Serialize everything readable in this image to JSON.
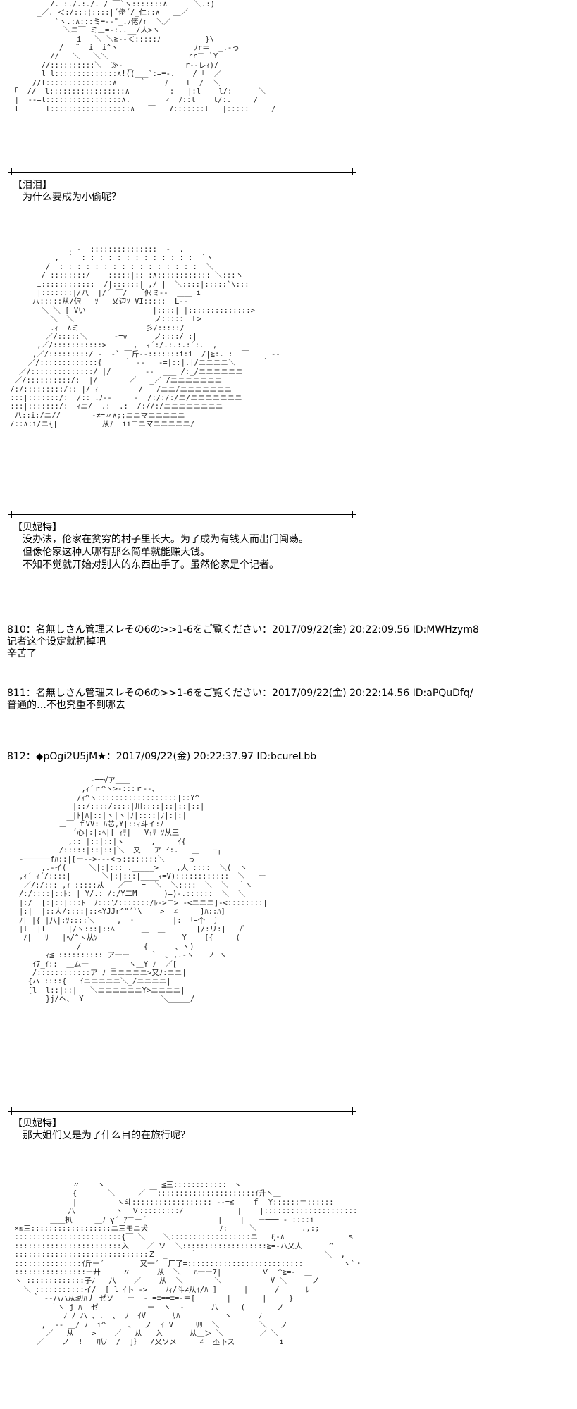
{
  "scene1": {
    "art": "          /._:./.:./._/ ￣`ヽ:::::::∧      ＼.:)\n       _／. ＜:/:::¦::::|´佬´/_仁::∧   ＿／\n           `ヽ.:∧:::ミ≡-‐\"_.ﾉ佬/r  ＼／\n             ＼ニ￣ ミ三=‐:..__/人>ヽ\n                i   ＼ ＼≧--＜:::::ﾉ          }\\\n            /￣ ¨  i  i^ヽ                 ﾉr＝  _.-っ\n          //   ＼   ＼＼                  rr二 `Y\n        //::::::::::＼  ≫- _            r--レｨ)/\n        l l::::::::::::::∧!((___`:=≡-.    / ｢  ／\n      //l:::::::::::::::∧     ｀    ﾉ    l  /  ＼\n  ｢  //  l:::::::::::::::::∧         :   |:l    l/:      ＼\n  |  ‐‐=l:::::::::::::::::∧.   _    ｨ  ﾉ::l    l/:.     /\n  l      l::::::::::::::::::∧   ￣   7:::::::l   |:::::     /",
    "speaker": "【泪泪】",
    "line1": "为什么要成为小偷呢？"
  },
  "scene2": {
    "art": "              . -  :::::::::::::::  -  .\n           ,  ´  : : : : : : : : : : : : :  `ヽ\n         /  : : : : : : : : : : : : : : : :  ＼\n        / ::::::::/ |  :::::|:: :∧:::::::::::: ＼:::ヽ\n       i::::::::::::| /|::::::| ,/ |  ＼::::|:::::`\\:::\n       |:::::::|/八  |/´ ￣/  ̄ ｢伬ミ--  ＿＿ i\n      八:::::从/伬   ｿ   乂辺ｿ VI:::::  L--\n        ＼ ＼ [ Vい               |::::| |::::::::::::::>\n          ＼  ＼  ¨               ノ:::::  L>\n          .ｨ  ∧ミ               彡/:::::/\n         ／/:::::＼      -=v      ノ::::/ :|\n       ,／/:::::::::::>      ,  ｨ´:/.:.:.:´:.  ,\n      ,／/:::::::::/ ‐  ‐` ￣斤--:::::::i:i  /|≧:. :  ￣     --\n     ／/:::::::::::::{     ｀ ‐‐   -=|::|.|/ニニニニ＼      ｀\n   ／/::::::::::::::/ |/     ￣ ‐‐  ___ /:_/ニニニニニニ\n  ／/::::::::::/:| |/       ／   _／ /ニニニニニニニ\n /:/:::::::::/:: |/ ｨ         /   /ニニ/ニニニニニニニ\n :::|:::::::/:  /:: .ﾉ‐‐ __ _-  /:/:/:/ニ/ニニニニニニニ\n :::|:::::::/:  ｨニ/  .:  .:  /://:/ニニニニニニニニ\n  八::i:/ニ//       ‐≠=〃∧;;ニニマニニニニニ\n /::∧:i/ニ{|          从ﾉ  ii二ニマニニニニニ/",
    "speaker": "【贝妮特】",
    "line1": "没办法，伦家在贫穷的村子里长大。为了成为有钱人而出门闯荡。",
    "line2": "但像伦家这种人哪有那么简单就能赚大钱。",
    "line3": "不知不觉就开始对别人的东西出手了。虽然伦家是个记者。"
  },
  "post810": {
    "header": "810：名無しさん管理スレその6の>>1-6をご覧ください：2017/09/22(金) 20:22:09.56 ID:MWHzym8",
    "body1": "记者这个设定就扔掉吧",
    "body2": "辛苦了"
  },
  "post811": {
    "header": "811：名無しさん管理スレその6の>>1-6をご覧ください：2017/09/22(金) 20:22:14.56 ID:aPQuDfq/",
    "body1": "普通的…不也究重不到哪去"
  },
  "post812": {
    "header": "812：◆pOgi2U5jM★：2017/09/22(金) 20:22:37.97 ID:bcureLbb"
  },
  "scene3": {
    "art": "                   -==√ア＿＿\n                 ,ｨ´ｒ^ヽ>-:::ｒ-‐､\n                /ｨ^ヽ::::::::::::::::::|::Y^\n               |::/::::/::::|川::::|::|::|::|\n               |ﾄ|ﾊ|::|ヽ|ヽ|ﾉ|::::|ﾉ|:|:|\n            三￣ ｆVV:_ﾊ芯,Y|::ｨ斗イ:ﾉ\n               ´心|:|:ﾍ|[ ｨｻ|   Vｨｻ ｿ从三\n              ,:: |::|::|ヽ      ,     ｲ{\n            /:::::|::|::|＼  又   ア ｲ:.   ＿   ─┐\n   -──────fﾊ::|[ー-->---<っ::::::::＼     っ\n        ,.-イ(     ＼|:|:::|._____>    ,人 ::::  ＼(  ヽ\n   ,ｨ´ ｨ´/::::|       ＼|:|:::|____ｨ=V)::::::::::::  ＼   ー\n    ／/:/::: ,ｨ :::::从   ／￣  =  ＼  ＼::::  ＼  ＼  ｀ヽ\n   /:/::::|::ﾄ: | Y/.: /:/Y二M      )=)-.::::::  ＼  ＼\n   |:/  [:|::|:::ﾄ  ﾉ:::ソ:::::::/ﾚ->二> -<ニニニ]-<::::::::|\n   |:|  |::人/::::|::<YJJr^\"´`\\    >  ∠     ]ﾊ::ﾊ]\n   ﾉ| |{ |八|:ｿ::::＼     ,  ･      ￣ |:  ｢ｰ个  〕\n   |l  |l     |/ヽ:::|::ﾍ      ＿  ＿       [/:リ:|   /ﾞ\n    ﾉ|   ﾘ   |ﾍ/^ヽ从ｿ                   Y    [{     (\n           ＿＿＿/              {      、ヽ)\n         ｨ≦ :::::::::: ア一ー     `  ､ ,.-ヽ   ノ ヽ\n      ｲ7_ｲ::  ＿ム一     _   ヽ＿Y ﾉ  ／[\n      /::::::::::::ア ﾉ ニニニニニ>又ﾉ:ニニ|\n     {ハ ::::{   ｲニニニニニ＼_/ニニニニ|\n     [l  l::|::|   ＼ニニニニニニY>ニニニニ|\n         }j/ヘ､  Y    ￣￣￣￣￣     ＼＿＿＿/",
    "speaker": "【贝妮特】",
    "line1": "那大姐们又是为了什么目的在旅行呢？"
  },
  "scene4": {
    "art": "               〃    ヽ           ＿≦三::::::::::::｀ヽ\n               {       ＼     ／ ￣::::::::::::::::::::::ｲ升ヽ＿\n               |         ヽ斗:::::::::::::::::: --=≦    ｆ  Y::::::＝::::::\n              八         ヽ  Ｖ:::::::::/            |    |:::::::::::::::::::::\n          ＿＿扒     ＿ﾉ γ´ ｱ二ー´                |    |   ー─── - ::::i\n  ×≦三::::::::::::::::::ニ三モニ犬                ﾉ:     ＼          .,:;\n  ::::::::::::::::::::::::{￣ ＼    ＼::::::::::::::::::ニ   ξ‐∧              ｓ\n  ::::::::::::::::::::::::入    ／ ソ  ＼:::::::::::::::::::≧=‐ハ乂人      ^\n  ::::::::::::::::::::::::::::::Ｚ＿_     ｀   ＿＿＿＿＿＿＿＿＿＿＿＿＿    ＼  ,\n  :::::::::::::::ｲ斤ー´        又一´  厂了=::::::::::::::::::::::::::         ヽ`・\n  ::::::::::::::::ー廾     〃      从  ＼   ﾊ一ー7|         Ｖ  ^≧=-  ＿\n  ヽ :::::::::::::子ﾉ   八    ／    从  ＼       ＼           V ＼   ＿ ノ\n    ＼ :::::::::::イ/  [ l ｲ卜 ->    ﾉｨ/斗≠从ｲ/ﾊ ]      |      /      ﾚ\n      ｀ --ハハ从≦ﾘﾊ丿 ゼソ   ー  - =≡==≡=-＝[       |       |     }\n          ｀ヽ j ﾊ  ゼ           ー  ヽ  -      八     (       ノ\n             ﾉ ﾉ ハ 、.  ､  ﾉ  ｲV      ﾘﾊ          ヽ      ﾉ\n        ,  -- ＿/ ﾉ  i^     、  ノ  ｲ V     ﾘﾘ  ＼         ＼   ノ\n         ／   从    >    ／   从   入      从＿＞ ＼        ／ ＼\n       ／    ノ  !   爪ﾉ  /  ]｝  /乂ソメ     ∠  丕下ス          i"
  }
}
